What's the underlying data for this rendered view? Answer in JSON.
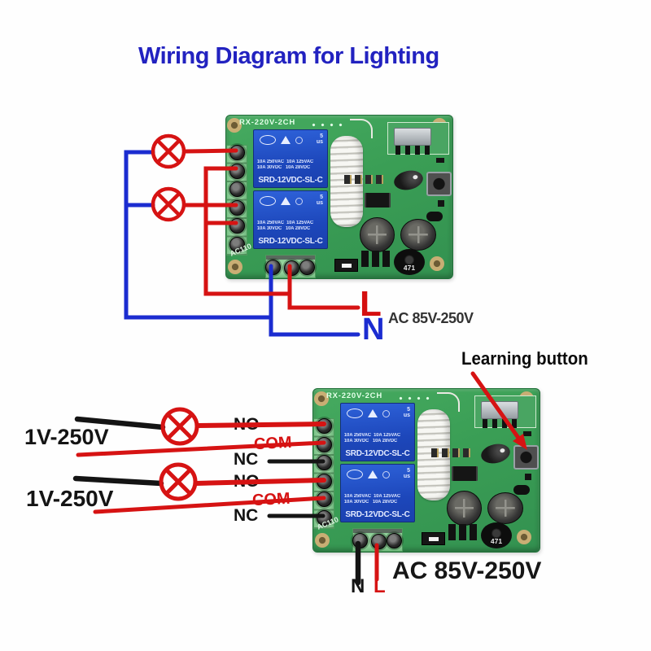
{
  "title": "Wiring Diagram for Lighting",
  "board": {
    "model": "RX-220V-2CH",
    "side_label": "AC110",
    "inductor_label": "471",
    "relay": {
      "cert_top": "5",
      "cert_bottom": "us",
      "rating_line1": "10A 250VAC  10A 125VAC",
      "rating_line2": "10A 30VDC   10A 28VDC",
      "model": "SRD-12VDC-SL-C"
    }
  },
  "top_diagram": {
    "live_label": "L",
    "neutral_label": "N",
    "supply_voltage": "AC 85V-250V"
  },
  "bottom_diagram": {
    "learning_button_label": "Learning button",
    "load1_voltage": "1V-250V",
    "load2_voltage": "1V-250V",
    "ch1_no": "NO",
    "ch1_com": "COM",
    "ch1_nc": "NC",
    "ch2_no": "NO",
    "ch2_com": "COM",
    "ch2_nc": "NC",
    "neutral_label": "N",
    "live_label": "L",
    "supply_voltage": "AC 85V-250V"
  },
  "colors": {
    "title_blue": "#2222c0",
    "wire_red": "#d61313",
    "wire_blue": "#1b2cd0",
    "wire_black": "#141414",
    "pcb_green": "#3da257",
    "relay_blue": "#2153cc"
  }
}
